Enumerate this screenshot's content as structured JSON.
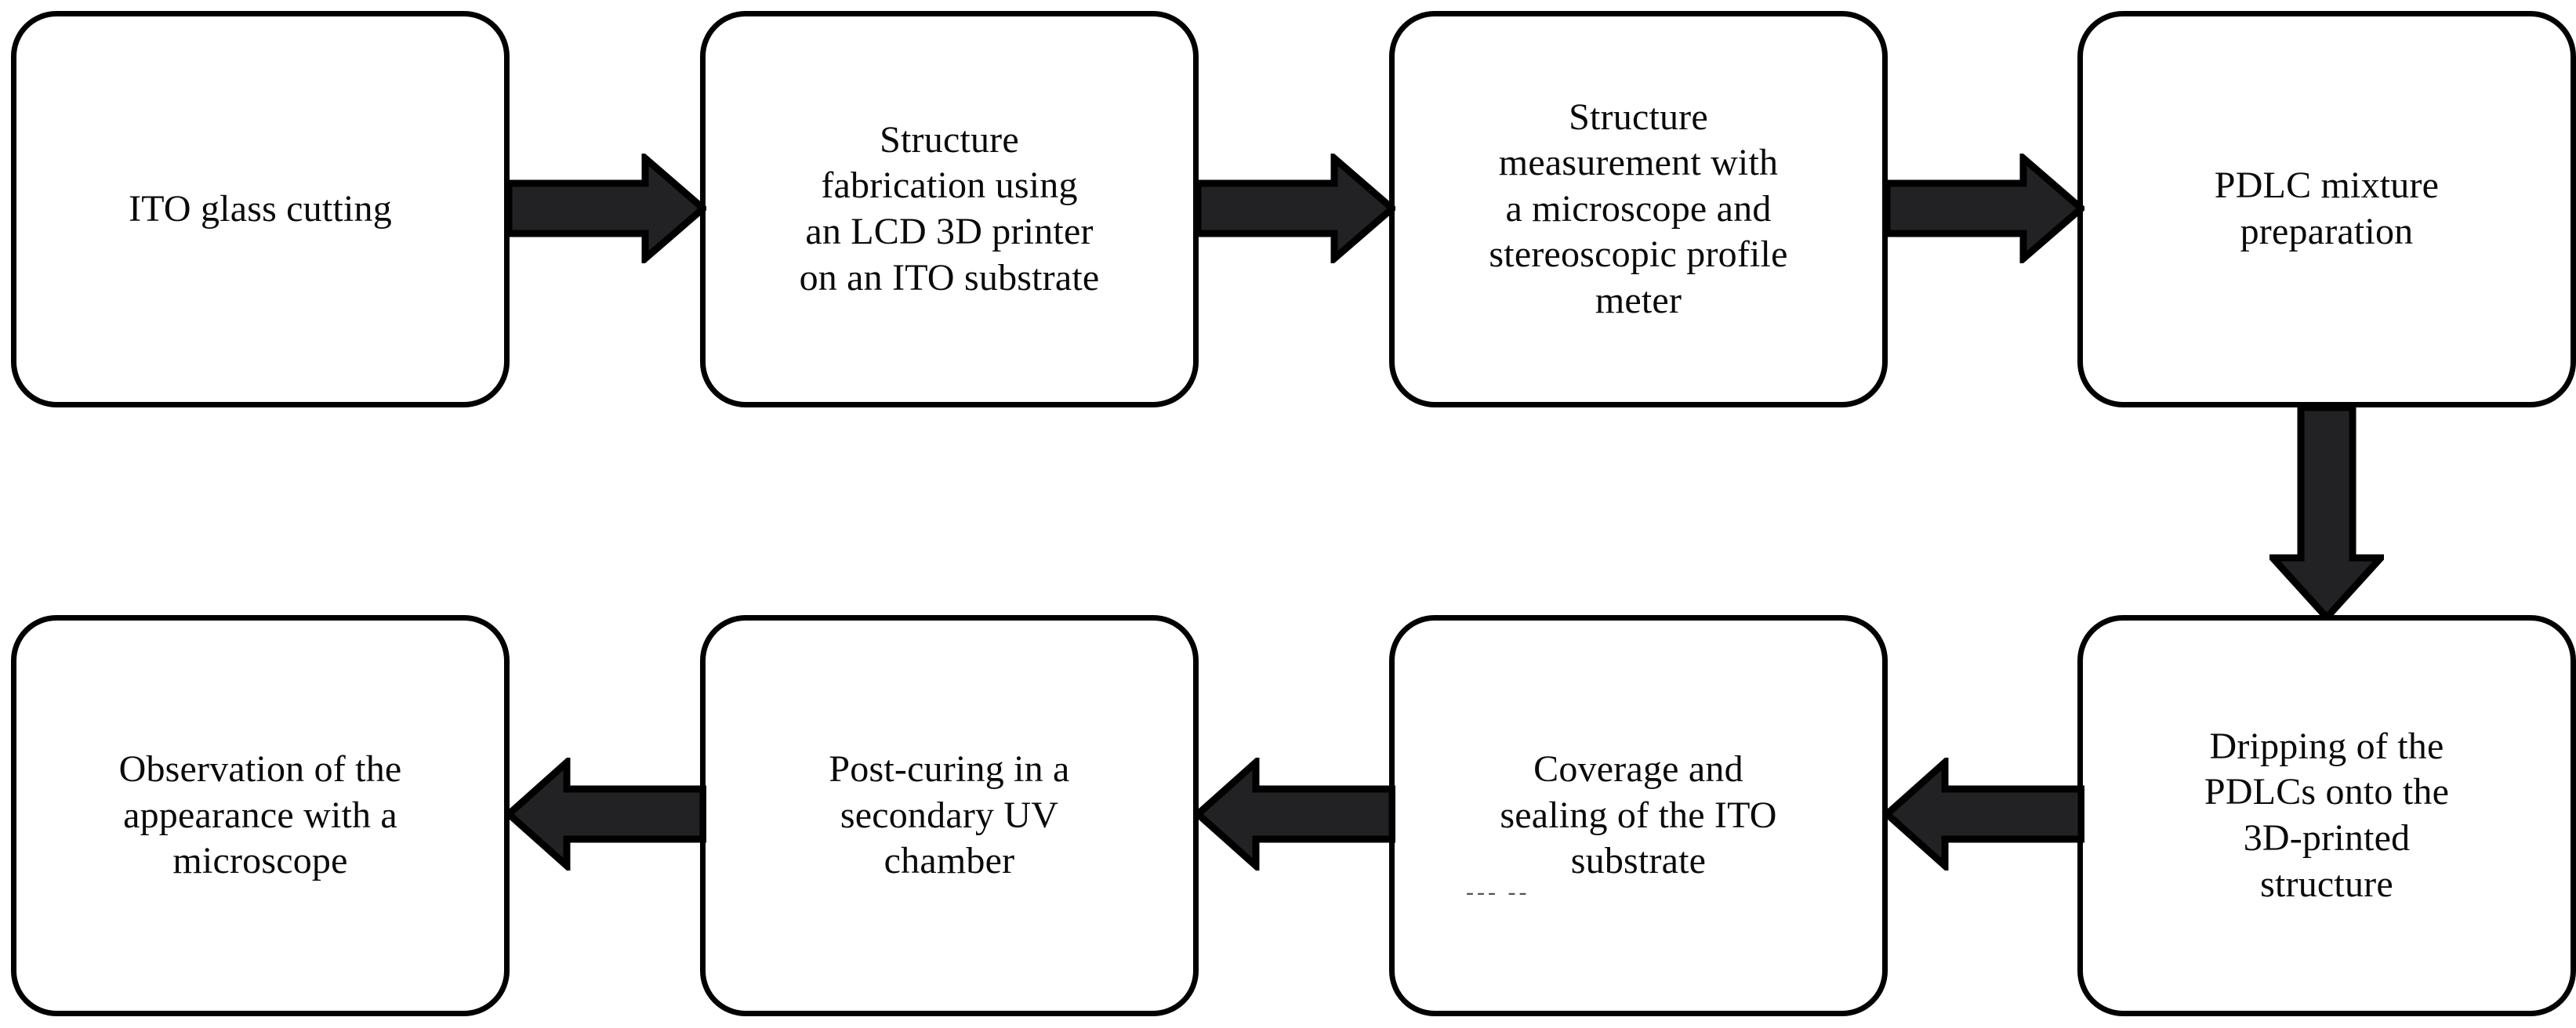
{
  "diagram": {
    "title": "PDLC device fabrication process flowchart",
    "type": "process-flowchart",
    "orientation": "two-row serpentine (left-to-right, then right-to-left)",
    "background_color": "#ffffff",
    "box_border_color": "#000000",
    "box_fill_color": "#ffffff",
    "arrow_fill_color": "#222224",
    "arrow_outline_color": "#000000",
    "text_color": "#0a0a0a"
  },
  "nodes": [
    {
      "id": "node-1",
      "order": 1,
      "label": "ITO glass cutting",
      "row": "top",
      "column": 1
    },
    {
      "id": "node-2",
      "order": 2,
      "label": "Structure\nfabrication using\nan LCD 3D printer\non an ITO substrate",
      "row": "top",
      "column": 2
    },
    {
      "id": "node-3",
      "order": 3,
      "label": "Structure\nmeasurement with\na microscope and\nstereoscopic profile\nmeter",
      "row": "top",
      "column": 3
    },
    {
      "id": "node-4",
      "order": 4,
      "label": "PDLC mixture\npreparation",
      "row": "top",
      "column": 4
    },
    {
      "id": "node-5",
      "order": 5,
      "label": "Dripping of the\nPDLCs onto the\n3D-printed\nstructure",
      "row": "bottom",
      "column": 4
    },
    {
      "id": "node-6",
      "order": 6,
      "label": "Coverage and\nsealing of the ITO\nsubstrate",
      "row": "bottom",
      "column": 3
    },
    {
      "id": "node-7",
      "order": 7,
      "label": "Post-curing in a\nsecondary UV\nchamber",
      "row": "bottom",
      "column": 2
    },
    {
      "id": "node-8",
      "order": 8,
      "label": "Observation of the\nappearance with a\nmicroscope",
      "row": "bottom",
      "column": 1
    }
  ],
  "connectors": [
    {
      "id": "arrow-1-2",
      "from": "node-1",
      "to": "node-2",
      "direction": "right"
    },
    {
      "id": "arrow-2-3",
      "from": "node-2",
      "to": "node-3",
      "direction": "right"
    },
    {
      "id": "arrow-3-4",
      "from": "node-3",
      "to": "node-4",
      "direction": "right"
    },
    {
      "id": "arrow-4-5",
      "from": "node-4",
      "to": "node-5",
      "direction": "down"
    },
    {
      "id": "arrow-5-6",
      "from": "node-5",
      "to": "node-6",
      "direction": "left"
    },
    {
      "id": "arrow-6-7",
      "from": "node-6",
      "to": "node-7",
      "direction": "left"
    },
    {
      "id": "arrow-7-8",
      "from": "node-7",
      "to": "node-8",
      "direction": "left"
    }
  ],
  "artifacts": [
    {
      "id": "stray-dashes",
      "text": "--- --",
      "near": "node-6"
    }
  ]
}
